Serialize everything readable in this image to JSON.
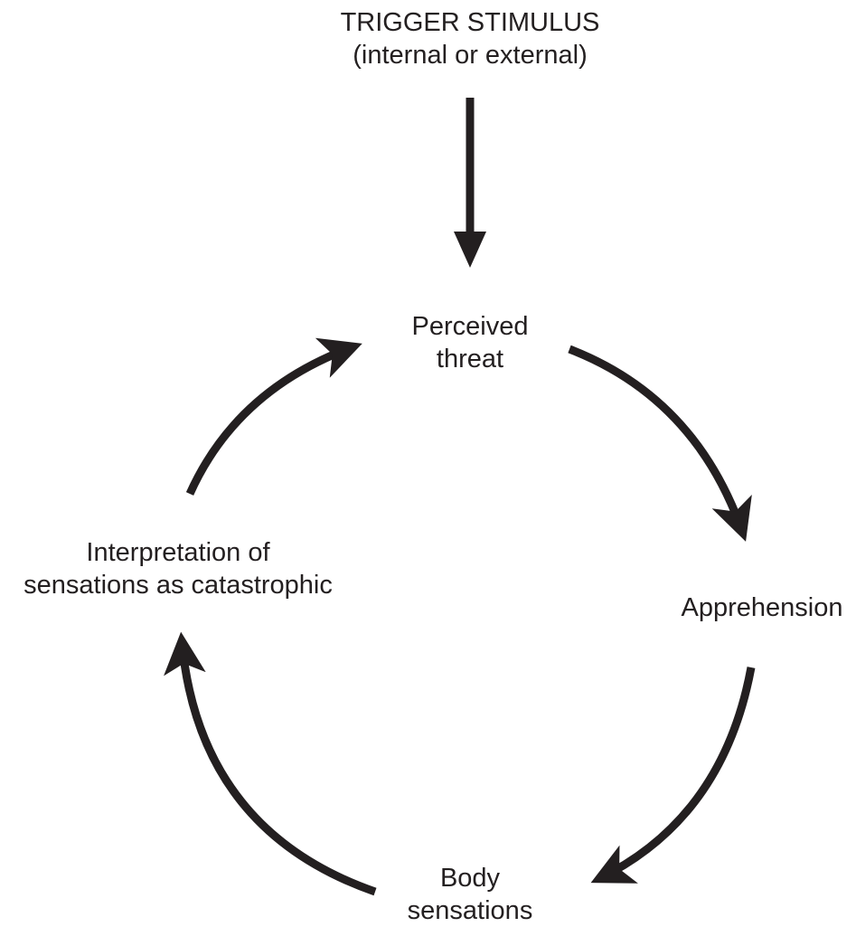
{
  "diagram": {
    "title": "Panic cycle",
    "colors": {
      "ink": "#231f20",
      "background": "#ffffff"
    },
    "trigger": {
      "line1": "TRIGGER STIMULUS",
      "line2": "(internal or external)"
    },
    "nodes": [
      {
        "id": "perceived-threat",
        "line1": "Perceived",
        "line2": "threat"
      },
      {
        "id": "apprehension",
        "line1": "Apprehension",
        "line2": ""
      },
      {
        "id": "body-sensations",
        "line1": "Body",
        "line2": "sensations"
      },
      {
        "id": "interpretation",
        "line1": "Interpretation of",
        "line2": "sensations as catastrophic"
      }
    ],
    "edges": [
      {
        "from": "trigger",
        "to": "perceived-threat",
        "style": "straight"
      },
      {
        "from": "perceived-threat",
        "to": "apprehension",
        "style": "curved"
      },
      {
        "from": "apprehension",
        "to": "body-sensations",
        "style": "curved"
      },
      {
        "from": "body-sensations",
        "to": "interpretation",
        "style": "curved"
      },
      {
        "from": "interpretation",
        "to": "perceived-threat",
        "style": "curved"
      }
    ]
  }
}
